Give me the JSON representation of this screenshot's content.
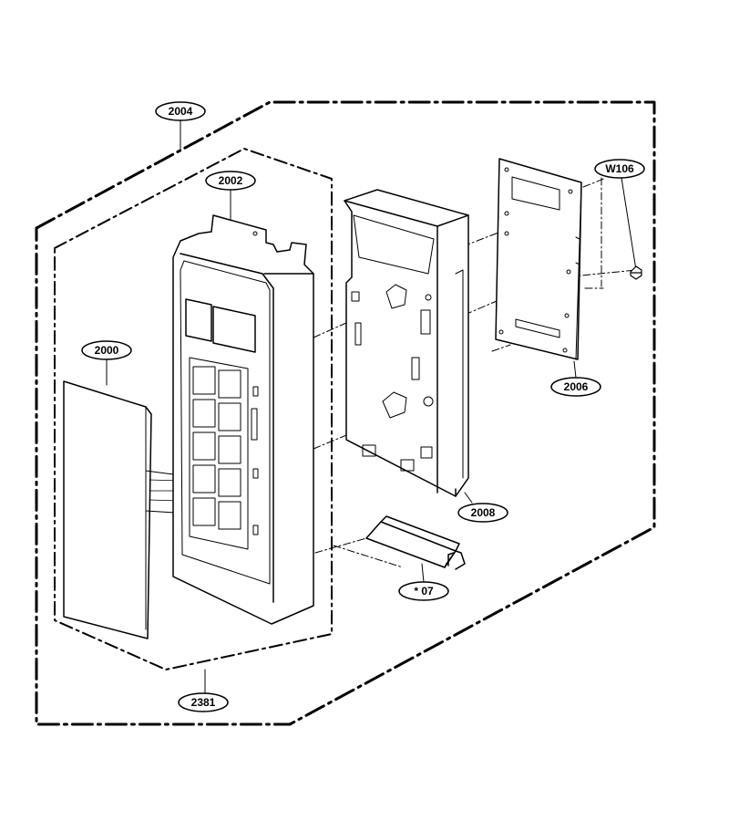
{
  "callouts": {
    "c2004": "2004",
    "c2002": "2002",
    "c2000": "2000",
    "cW106": "W106",
    "c2006": "2006",
    "c2008": "2008",
    "c07": "* 07",
    "c2381": "2381"
  }
}
